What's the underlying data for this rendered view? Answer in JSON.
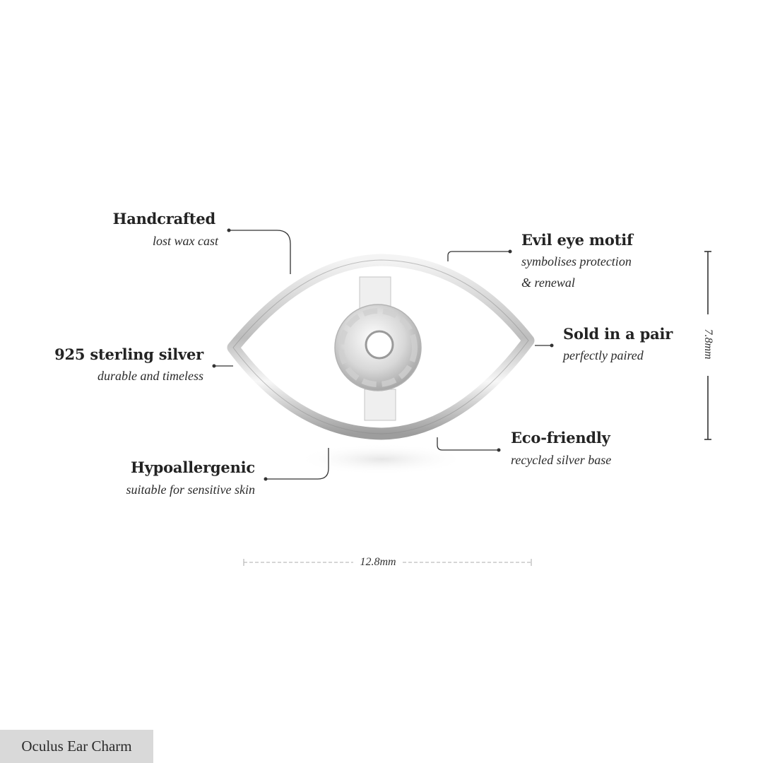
{
  "product": {
    "name": "Oculus Ear Charm"
  },
  "features": [
    {
      "id": "handcrafted",
      "title": "Handcrafted",
      "subtitle": "lost wax cast"
    },
    {
      "id": "evil-eye",
      "title": "Evil eye motif",
      "subtitle_line1": "symbolises protection",
      "subtitle_line2": "& renewal"
    },
    {
      "id": "sterling",
      "title": "925 sterling silver",
      "subtitle": "durable and timeless"
    },
    {
      "id": "pair",
      "title": "Sold in a pair",
      "subtitle": "perfectly paired"
    },
    {
      "id": "hypo",
      "title": "Hypoallergenic",
      "subtitle": "suitable for sensitive skin"
    },
    {
      "id": "eco",
      "title": "Eco-friendly",
      "subtitle": "recycled silver base"
    }
  ],
  "dimensions": {
    "width": "12.8mm",
    "height": "7.8mm"
  },
  "colors": {
    "background": "#ffffff",
    "text": "#232323",
    "line": "#333333",
    "silver": "#c9c9c9",
    "tag_bg": "#d9d9d9"
  }
}
